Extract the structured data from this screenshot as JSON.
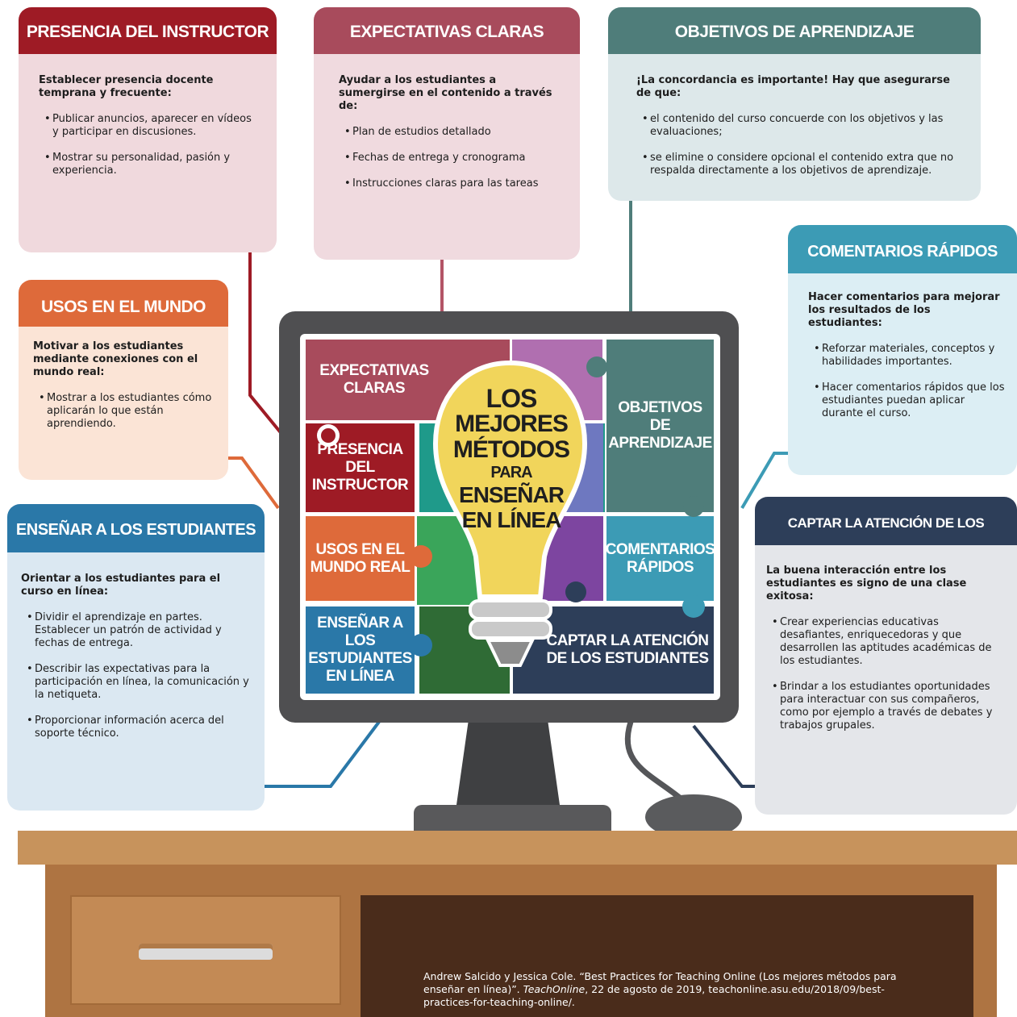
{
  "cards": {
    "presencia": {
      "title": "PRESENCIA DEL INSTRUCTOR",
      "intro": "Establecer presencia docente temprana y frecuente:",
      "bullets": [
        "Publicar anuncios, aparecer en vídeos y participar en discusiones.",
        "Mostrar su personalidad, pasión y experiencia."
      ]
    },
    "expectativas": {
      "title": "EXPECTATIVAS CLARAS",
      "intro": "Ayudar a los estudiantes a sumergirse en el contenido a través de:",
      "bullets": [
        "Plan de estudios detallado",
        "Fechas de entrega y cronograma",
        "Instrucciones claras para las tareas"
      ]
    },
    "objetivos": {
      "title": "OBJETIVOS DE APRENDIZAJE",
      "intro": "¡La concordancia es importante! Hay que asegurarse de que:",
      "bullets": [
        "el contenido del curso concuerde con los objetivos y las evaluaciones;",
        "se elimine o considere opcional el contenido extra que no respalda directamente a los objetivos de aprendizaje."
      ]
    },
    "comentarios": {
      "title": "COMENTARIOS RÁPIDOS",
      "intro": "Hacer comentarios para mejorar los resultados de los estudiantes:",
      "bullets": [
        "Reforzar materiales, conceptos y habilidades importantes.",
        "Hacer comentarios rápidos que los estudiantes puedan aplicar durante el curso."
      ]
    },
    "usos": {
      "title": "USOS EN EL MUNDO REAL",
      "intro": "Motivar a los estudiantes mediante conexiones con el mundo real:",
      "bullets": [
        "Mostrar a los estudiantes cómo aplicarán lo que están aprendiendo."
      ]
    },
    "ensenar": {
      "title": "ENSEÑAR A LOS ESTUDIANTES EN LÍNEA",
      "intro": "Orientar a los estudiantes para el curso en línea:",
      "bullets": [
        "Dividir el aprendizaje en partes. Establecer un patrón de actividad y fechas de entrega.",
        "Describir las expectativas para la participación en línea, la comunicación y la netiqueta.",
        "Proporcionar información acerca del soporte técnico."
      ]
    },
    "captar": {
      "title": "CAPTAR LA ATENCIÓN DE LOS ESTUDIANTES",
      "intro": "La buena interacción entre los estudiantes es signo de una clase exitosa:",
      "bullets": [
        "Crear experiencias educativas desafiantes, enriquecedoras y que desarrollen las aptitudes académicas de los estudiantes.",
        "Brindar a los estudiantes oportunidades para interactuar con sus compañeros, como por ejemplo a través de debates y trabajos grupales."
      ]
    }
  },
  "screen": {
    "expectativas": [
      "EXPECTATIVAS",
      "CLARAS"
    ],
    "presencia": [
      "PRESENCIA",
      "DEL INSTRUCTOR"
    ],
    "usos": [
      "USOS EN EL",
      "MUNDO REAL"
    ],
    "ensenar": [
      "ENSEÑAR A",
      "LOS ESTUDIANTES",
      "EN LÍNEA"
    ],
    "objetivos": [
      "OBJETIVOS DE",
      "APRENDIZAJE"
    ],
    "comentarios": [
      "COMENTARIOS",
      "RÁPIDOS"
    ],
    "captar": [
      "CAPTAR LA ATENCIÓN",
      "DE LOS ESTUDIANTES"
    ],
    "bulb": [
      "LOS",
      "MEJORES",
      "MÉTODOS",
      "PARA",
      "ENSEÑAR",
      "EN LÍNEA"
    ]
  },
  "citation": {
    "before": "Andrew Salcido y Jessica Cole. “Best Practices for Teaching Online (Los mejores métodos para enseñar en línea)”. ",
    "journal": "TeachOnline",
    "after": ", 22 de agosto de 2019, teachonline.asu.edu/2018/09/best-practices-for-teaching-online/."
  },
  "colors": {
    "presencia": "#9e1b25",
    "expectativas": "#a84b5c",
    "objetivos": "#4f7d7a",
    "comentarios": "#3c9bb5",
    "usos": "#de6a3a",
    "ensenar": "#2a78a8",
    "captar": "#2d3e59",
    "bulb": "#f1d55b",
    "desk": "#c7935c"
  }
}
